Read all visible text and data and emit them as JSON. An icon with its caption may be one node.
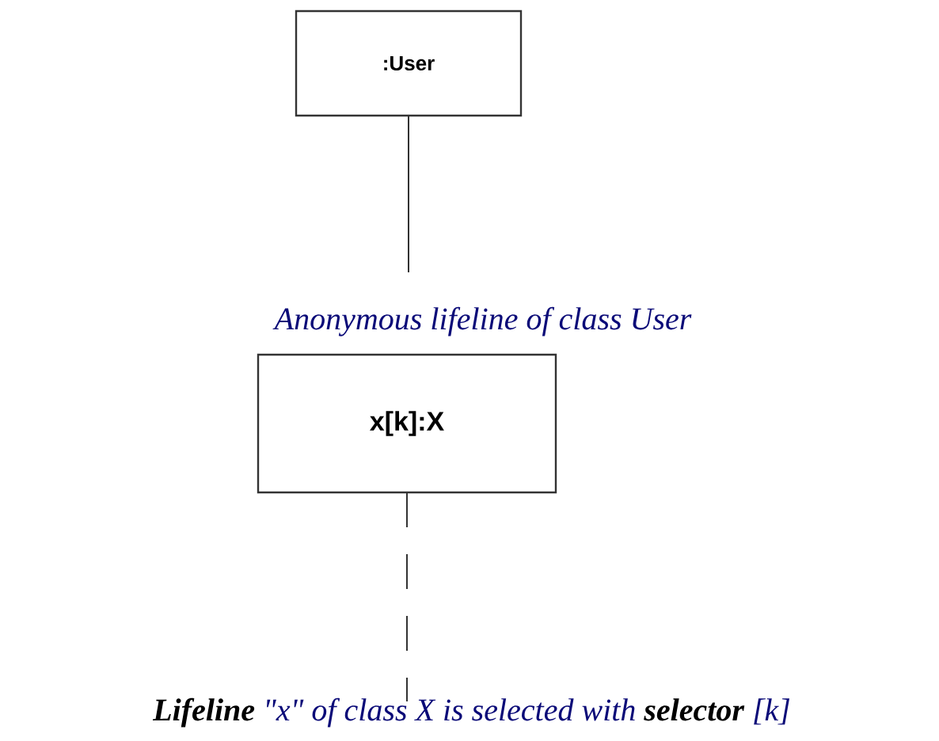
{
  "diagram": {
    "nodes": [
      {
        "text": [
          ":User"
        ]
      },
      {
        "text": [
          "x[k]:X"
        ]
      }
    ],
    "labels": [
      "Anonymous lifeline of class User",
      "**Lifeline** \"x\" of class X is selected with **selector** [k]"
    ]
  }
}
